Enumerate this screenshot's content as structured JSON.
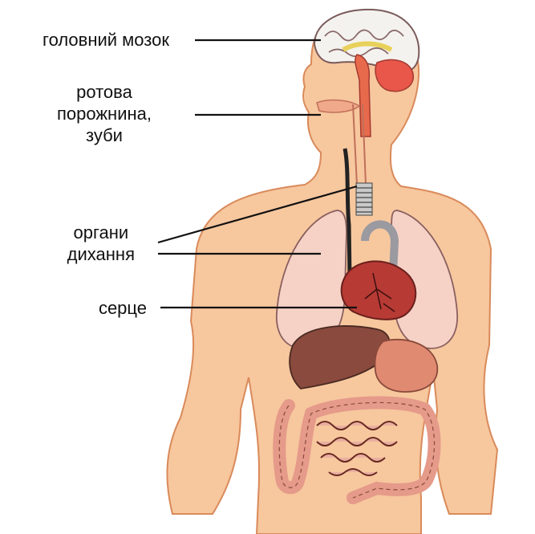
{
  "labels": {
    "brain": "головний мозок",
    "mouth": [
      "ротова",
      "порожнина,",
      "зуби"
    ],
    "respiratory": [
      "органи",
      "дихання"
    ],
    "heart": "серце"
  },
  "colors": {
    "skin": "#f7c79e",
    "skin_outline": "#d98a5a",
    "brain": "#f4f2ee",
    "cerebellum": "#e8574a",
    "brainstem": "#e86a4c",
    "lungs": "#f6d2c6",
    "heart": "#b73a35",
    "aorta": "#9a9aa0",
    "liver": "#8a4a3e",
    "stomach": "#e08a72",
    "intestine": "#e59a8a",
    "leader_lines": "#111111"
  }
}
